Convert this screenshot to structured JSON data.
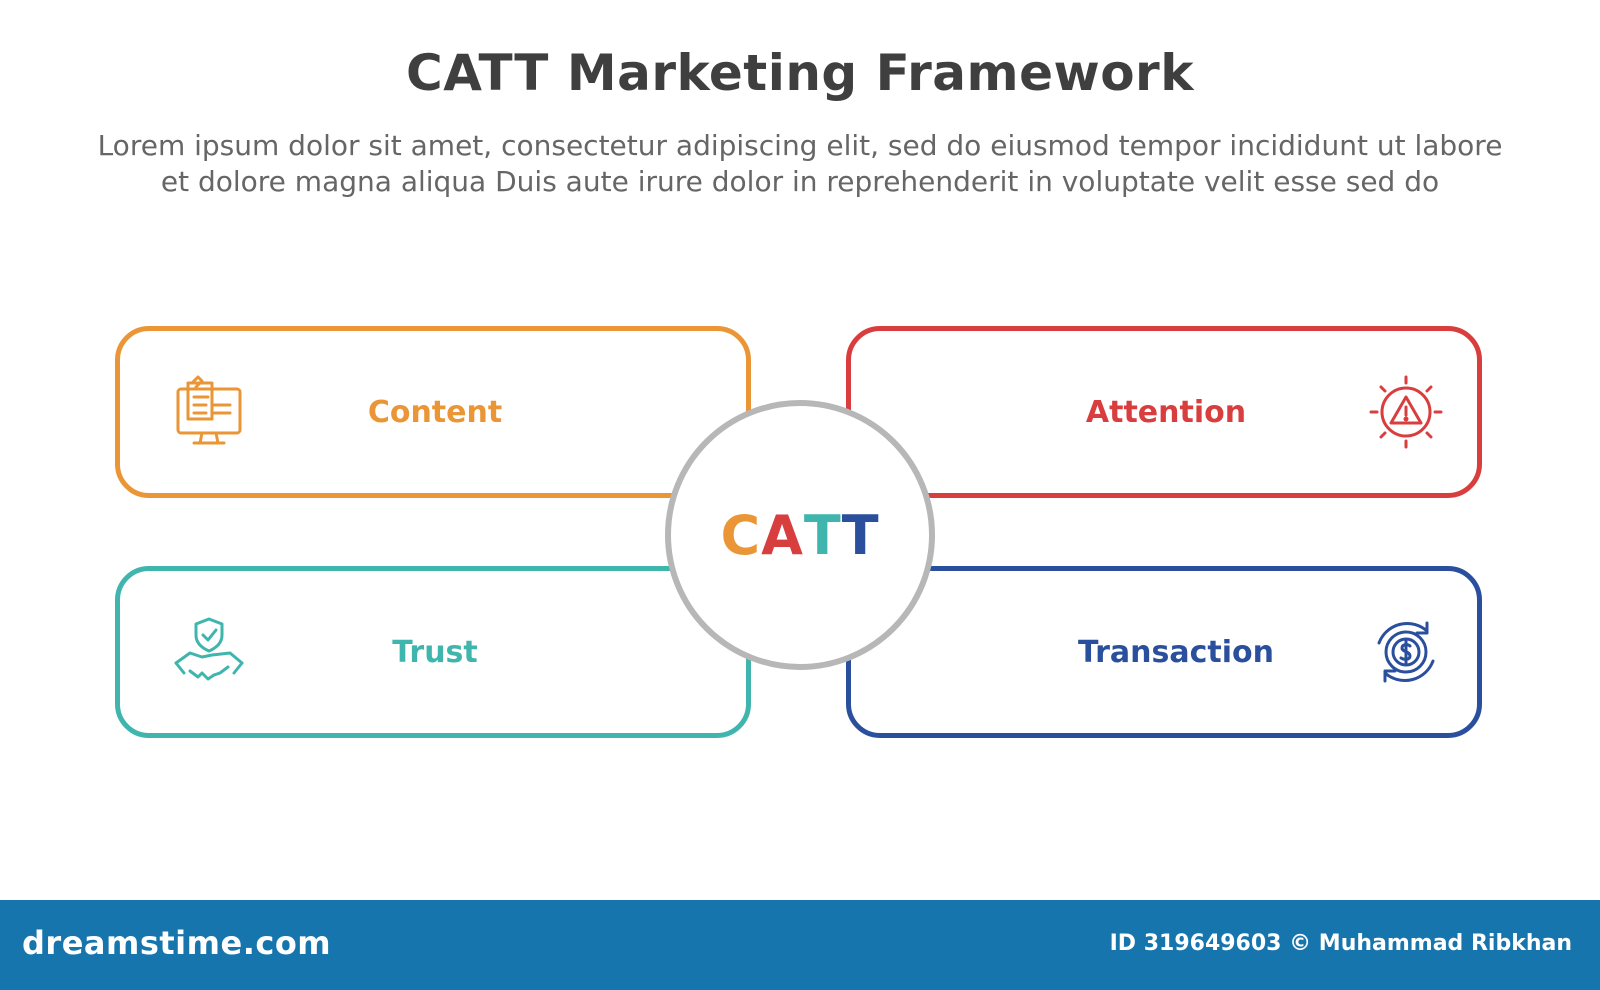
{
  "page": {
    "title": "CATT Marketing Framework",
    "description_lines": [
      "Lorem ipsum dolor sit amet, consectetur adipiscing elit, sed do eiusmod tempor incididunt ut labore",
      "et dolore magna aliqua Duis aute irure dolor in reprehenderit in voluptate velit esse sed do"
    ]
  },
  "center": {
    "letters": [
      "C",
      "A",
      "T",
      "T"
    ]
  },
  "boxes": {
    "content": {
      "label": "Content",
      "icon": "computer-document-icon",
      "color": "#eb9636"
    },
    "attention": {
      "label": "Attention",
      "icon": "warning-alert-icon",
      "color": "#d93e3e"
    },
    "trust": {
      "label": "Trust",
      "icon": "handshake-shield-icon",
      "color": "#3fb5ad"
    },
    "transaction": {
      "label": "Transaction",
      "icon": "dollar-cycle-icon",
      "color": "#2a4f9c"
    }
  },
  "footer": {
    "site": "dreamstime.com",
    "image_id": "ID 319649603 © Muhammad Ribkhan",
    "background": "#1775ad"
  }
}
